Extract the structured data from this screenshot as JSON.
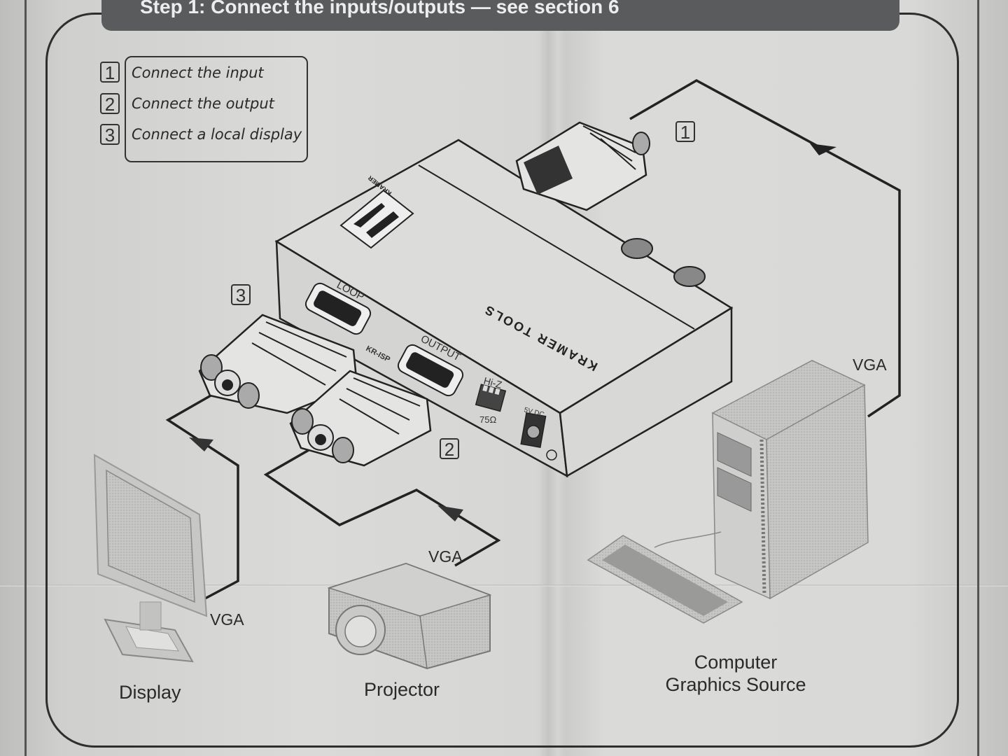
{
  "header": {
    "title": "Step 1: Connect the inputs/outputs — see section 6"
  },
  "legend": {
    "steps": [
      {
        "number": "1",
        "label": "Connect the input"
      },
      {
        "number": "2",
        "label": "Connect the output"
      },
      {
        "number": "3",
        "label": "Connect a local display"
      }
    ]
  },
  "device": {
    "brand_logo": "KRAMER",
    "product_label": "KRAMER TOOLS",
    "ports": {
      "loop": "LOOP",
      "output": "OUTPUT",
      "termination_switch_top": "Hi-Z",
      "termination_switch_bottom": "75Ω",
      "power": "5V DC",
      "isp_badge": "KR-ISP"
    }
  },
  "callouts": {
    "input_step": "1",
    "output_step": "2",
    "display_step": "3"
  },
  "cables": {
    "source_cable": "VGA",
    "projector_cable": "VGA",
    "display_cable": "VGA"
  },
  "devices": {
    "display": "Display",
    "projector": "Projector",
    "source_line1": "Computer",
    "source_line2": "Graphics Source"
  }
}
